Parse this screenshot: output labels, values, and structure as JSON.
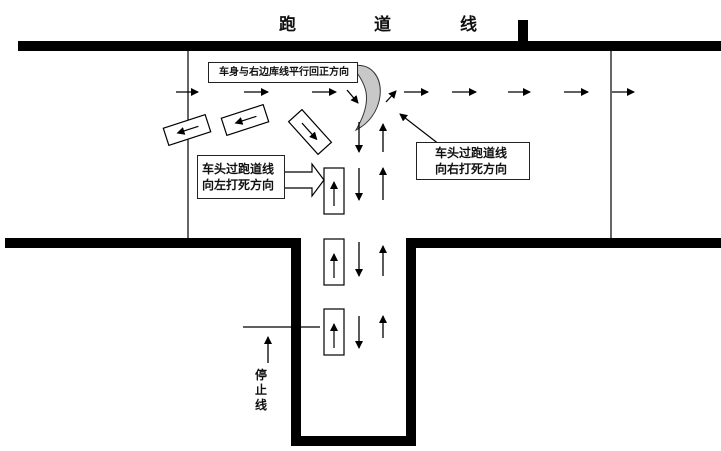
{
  "title": {
    "chars": [
      "跑",
      "道",
      "线"
    ]
  },
  "labels": {
    "parallel_turn": "车身与右边库线平行回正方向",
    "right_full_lock_line1": "车头过跑道线",
    "right_full_lock_line2": "向右打死方向",
    "left_full_lock_line1": "车头过跑道线",
    "left_full_lock_line2": "向左打死方向",
    "stop_line": [
      "停",
      "止",
      "线"
    ]
  },
  "colors": {
    "line": "#000000",
    "background": "#ffffff",
    "curve_fill": "#c8c8c8"
  }
}
